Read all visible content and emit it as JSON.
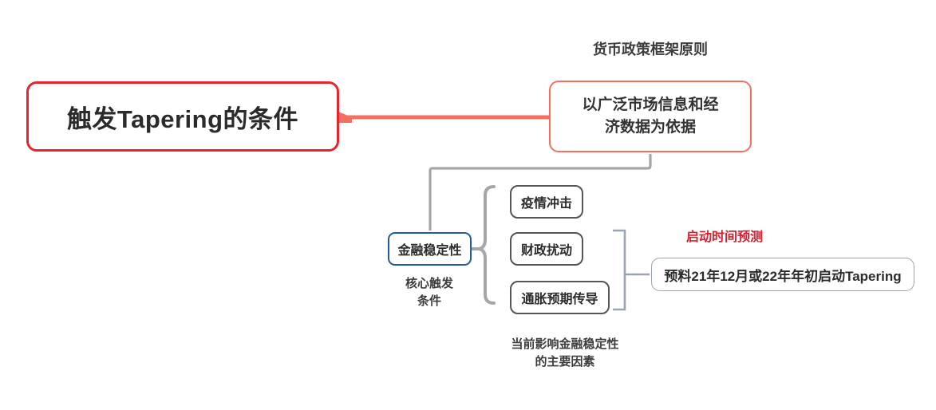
{
  "diagram": {
    "title_text": "触发Tapering的条件",
    "root": {
      "label": "触发Tapering的条件",
      "border_color": "#e8252a"
    },
    "principle": {
      "caption": "货币政策框架原则",
      "label": "以广泛市场信息和经\n济数据为依据",
      "line1": "以广泛市场信息和经",
      "line2": "济数据为依据",
      "border_color": "#f4705e"
    },
    "stability": {
      "label": "金融稳定性",
      "caption_line1": "核心触发",
      "caption_line2": "条件",
      "border_color": "#1f5c99"
    },
    "factors": {
      "caption_line1": "当前影响金融稳定性",
      "caption_line2": "的主要因素",
      "border_color": "#555555",
      "items": [
        {
          "label": "疫情冲击"
        },
        {
          "label": "财政扰动"
        },
        {
          "label": "通胀预期传导"
        }
      ]
    },
    "prediction": {
      "caption": "启动时间预测",
      "caption_color": "#d32030",
      "label": "预料21年12月或22年年初启动Tapering",
      "border_color": "#9ba3b5"
    },
    "connectors": {
      "arrow_color": "#f4705e",
      "elbow_color": "#a6a6a6",
      "brace_color": "#a6a6a6",
      "bracket_color": "#9ba3b5"
    }
  }
}
